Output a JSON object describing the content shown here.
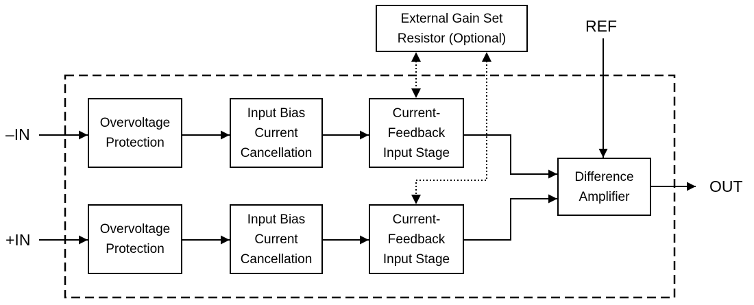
{
  "diagram": {
    "kind": "amplifier-block-diagram",
    "ports": {
      "neg_in": "–IN",
      "pos_in": "+IN",
      "ref": "REF",
      "out": "OUT"
    },
    "blocks": {
      "external_gain_set_resistor": {
        "lines": [
          "External Gain Set",
          "Resistor (Optional)"
        ]
      },
      "overvoltage_protection_1": {
        "lines": [
          "Overvoltage",
          "Protection"
        ]
      },
      "input_bias_cancellation_1": {
        "lines": [
          "Input Bias",
          "Current",
          "Cancellation"
        ]
      },
      "current_feedback_stage_1": {
        "lines": [
          "Current-",
          "Feedback",
          "Input Stage"
        ]
      },
      "overvoltage_protection_2": {
        "lines": [
          "Overvoltage",
          "Protection"
        ]
      },
      "input_bias_cancellation_2": {
        "lines": [
          "Input Bias",
          "Current",
          "Cancellation"
        ]
      },
      "current_feedback_stage_2": {
        "lines": [
          "Current-",
          "Feedback",
          "Input Stage"
        ]
      },
      "difference_amplifier": {
        "lines": [
          "Difference",
          "Amplifier"
        ]
      }
    },
    "colors": {
      "line": "#000000",
      "box_border": "#000000",
      "box_fill": "#ffffff",
      "background": "#ffffff",
      "text": "#000000"
    }
  }
}
